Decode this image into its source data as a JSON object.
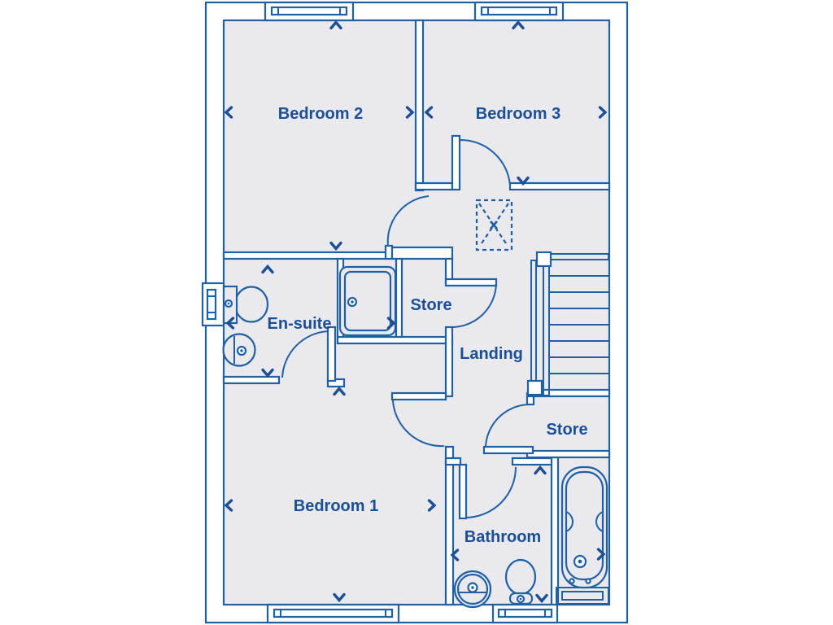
{
  "plan": {
    "type": "floor-plan",
    "rooms": [
      {
        "id": "bedroom-2",
        "label": "Bedroom 2",
        "dimension_arrows": [
          "up",
          "down",
          "left",
          "right"
        ]
      },
      {
        "id": "bedroom-3",
        "label": "Bedroom 3",
        "dimension_arrows": [
          "up",
          "down",
          "left",
          "right"
        ]
      },
      {
        "id": "en-suite",
        "label": "En-suite",
        "dimension_arrows": [
          "up",
          "down",
          "left",
          "right"
        ]
      },
      {
        "id": "store-upper",
        "label": "Store",
        "dimension_arrows": []
      },
      {
        "id": "landing",
        "label": "Landing",
        "dimension_arrows": []
      },
      {
        "id": "store-lower",
        "label": "Store",
        "dimension_arrows": []
      },
      {
        "id": "bedroom-1",
        "label": "Bedroom 1",
        "dimension_arrows": [
          "up",
          "down",
          "left",
          "right"
        ]
      },
      {
        "id": "bathroom",
        "label": "Bathroom",
        "dimension_arrows": [
          "up",
          "down",
          "left",
          "right"
        ]
      }
    ],
    "fixtures": [
      {
        "id": "ensuite-toilet",
        "type": "toilet"
      },
      {
        "id": "ensuite-sink",
        "type": "round-sink"
      },
      {
        "id": "ensuite-shower",
        "type": "shower-tray"
      },
      {
        "id": "bathroom-sink",
        "type": "round-sink"
      },
      {
        "id": "bathroom-toilet",
        "type": "toilet"
      },
      {
        "id": "bathtub",
        "type": "bath"
      },
      {
        "id": "staircase",
        "type": "stairs",
        "treads": 8
      },
      {
        "id": "loft-hatch",
        "type": "dashed-hatch-with-x"
      }
    ],
    "windows": [
      "bedroom-2-top",
      "bedroom-3-top",
      "en-suite-left",
      "bedroom-1-bottom",
      "bathroom-bottom"
    ],
    "doors": [
      "bedroom-2",
      "bedroom-3",
      "en-suite",
      "store-upper",
      "bedroom-1",
      "store-lower",
      "bathroom"
    ],
    "colors": {
      "wall_line": "#2060a5",
      "label_text": "#1b4f96",
      "room_fill": "#eae9ed",
      "background": "#ffffff"
    }
  }
}
